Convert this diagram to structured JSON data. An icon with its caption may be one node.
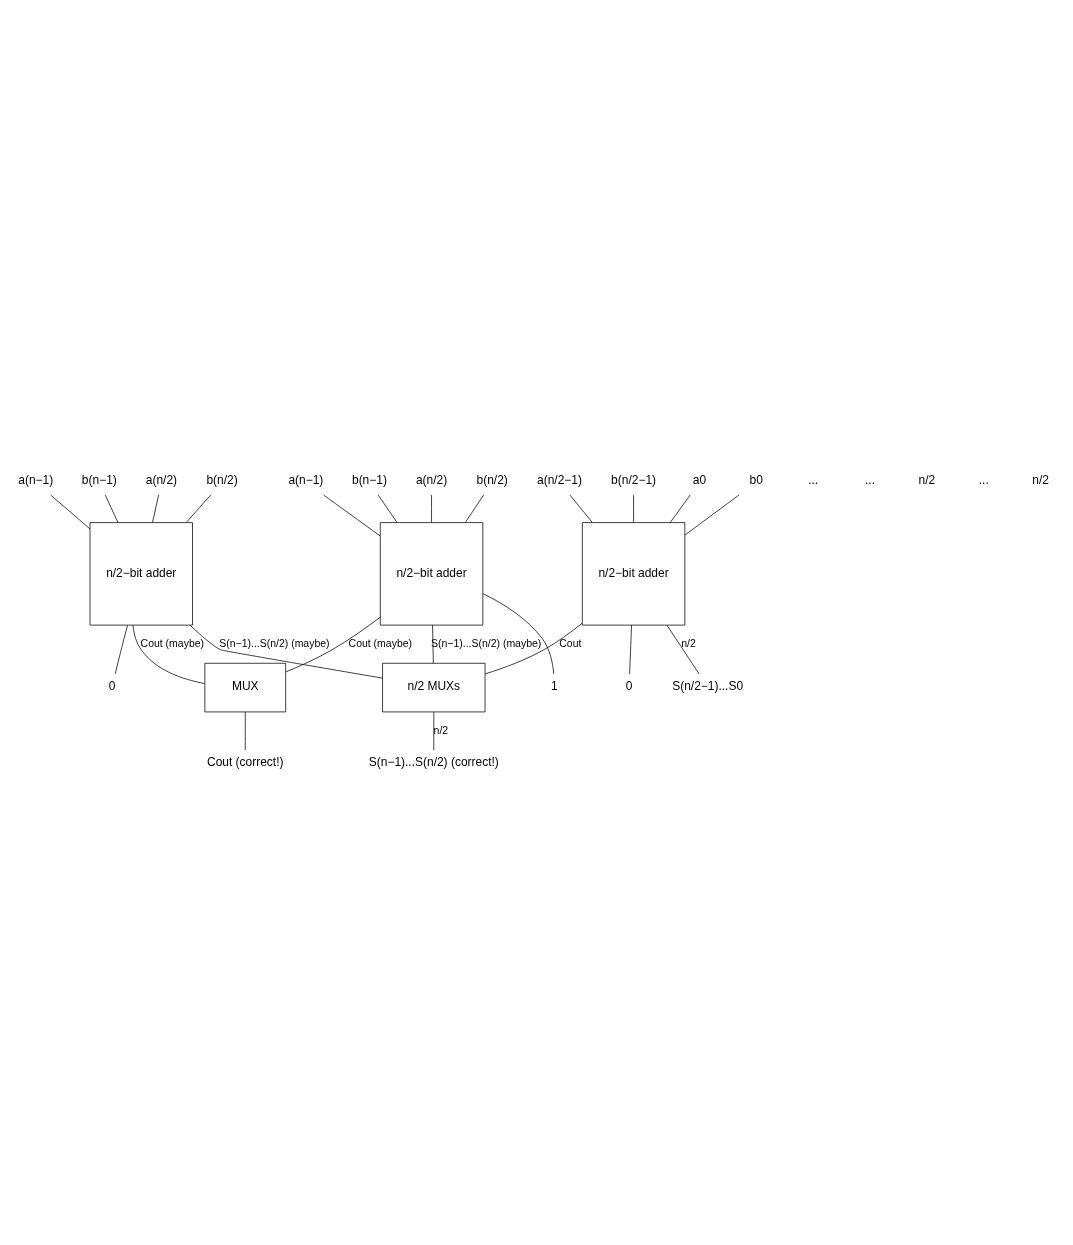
{
  "diagram": {
    "nodes": [
      {
        "text": [
          "n/2−bit adder"
        ]
      },
      {
        "text": [
          "n/2−bit adder"
        ]
      },
      {
        "text": [
          "n/2−bit adder"
        ]
      },
      {
        "text": [
          "MUX"
        ]
      },
      {
        "text": [
          "n/2 MUXs"
        ]
      },
      {
        "text": [
          "a(n−1)"
        ]
      },
      {
        "text": [
          "b(n−1)"
        ]
      },
      {
        "text": [
          "a(n/2)"
        ]
      },
      {
        "text": [
          "b(n/2)"
        ]
      },
      {
        "text": [
          "0"
        ]
      },
      {
        "text": [
          "a(n/2−1)"
        ]
      },
      {
        "text": [
          "b(n/2−1)"
        ]
      },
      {
        "text": [
          "a0"
        ]
      },
      {
        "text": [
          "b0"
        ]
      },
      {
        "text": [
          "0"
        ]
      },
      {
        "text": [
          "S(n/2−1)...S0"
        ]
      },
      {
        "text": [
          "a(n−1)"
        ]
      },
      {
        "text": [
          "b(n−1)"
        ]
      },
      {
        "text": [
          "a(n/2)"
        ]
      },
      {
        "text": [
          "b(n/2)"
        ]
      },
      {
        "text": [
          "1"
        ]
      },
      {
        "text": [
          "Cout (correct!)"
        ]
      },
      {
        "text": [
          "S(n−1)...S(n/2) (correct!)"
        ]
      }
    ],
    "edges": [
      {
        "from": 5,
        "to": 0,
        "arrow": "none"
      },
      {
        "from": 6,
        "to": 0,
        "arrow": "none"
      },
      {
        "from": 7,
        "to": 0,
        "arrow": "none"
      },
      {
        "from": 8,
        "to": 0,
        "arrow": "none"
      },
      {
        "from": 0,
        "to": 9,
        "arrow": "none"
      },
      {
        "from": 10,
        "to": 1,
        "arrow": "none"
      },
      {
        "from": 11,
        "to": 1,
        "arrow": "none"
      },
      {
        "from": 12,
        "to": 1,
        "arrow": "none"
      },
      {
        "from": 13,
        "to": 1,
        "arrow": "none"
      },
      {
        "from": 1,
        "to": 14,
        "arrow": "none"
      },
      {
        "from": 0,
        "to": 3,
        "label": "Cout (maybe)",
        "arrow": "none"
      },
      {
        "from": 1,
        "to": 15,
        "label": "n/2",
        "arrow": "none"
      },
      {
        "from": 0,
        "to": 4,
        "label": "S(n−1)...S(n/2) (maybe)",
        "arrow": "none"
      },
      {
        "from": 16,
        "to": 2,
        "arrow": "none"
      },
      {
        "from": 17,
        "to": 2,
        "arrow": "none"
      },
      {
        "from": 18,
        "to": 2,
        "arrow": "none"
      },
      {
        "from": 19,
        "to": 2,
        "arrow": "none"
      },
      {
        "from": 2,
        "to": 20,
        "arrow": "none"
      },
      {
        "from": 2,
        "to": 3,
        "label": "Cout (maybe)",
        "arrow": "none"
      },
      {
        "from": 2,
        "to": 4,
        "label": "S(n−1)...S(n/2) (maybe)",
        "arrow": "none"
      },
      {
        "from": 1,
        "to": 4,
        "label": "Cout",
        "arrow": "none"
      },
      {
        "from": 3,
        "to": 21,
        "arrow": "none"
      },
      {
        "from": 4,
        "to": 22,
        "label": "n/2",
        "arrow": "none"
      }
    ],
    "labels": [
      "...",
      "...",
      "n/2",
      "...",
      "n/2"
    ]
  }
}
